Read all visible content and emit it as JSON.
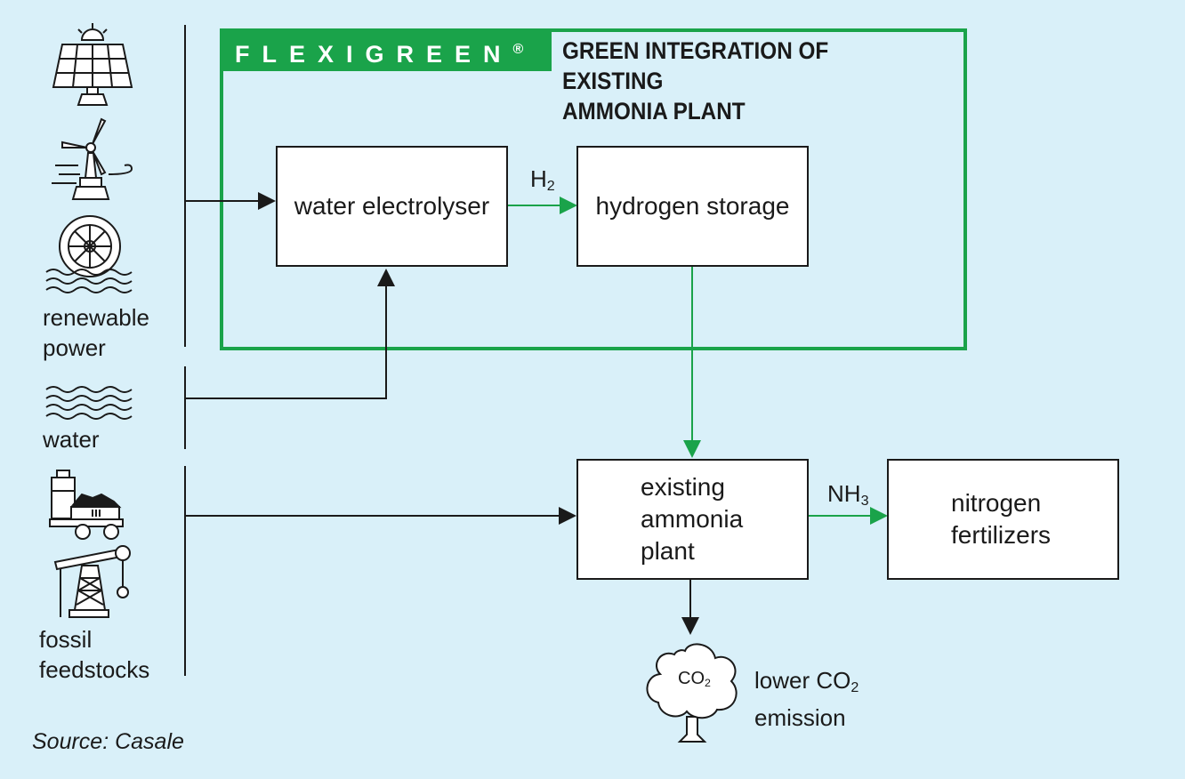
{
  "brand": {
    "name": "FLEXIGREEN",
    "mark": "®",
    "color": "#1aa34a"
  },
  "heading": {
    "line1": "GREEN INTEGRATION OF EXISTING",
    "line2": "AMMONIA PLANT"
  },
  "inputs": {
    "renewable": {
      "line1": "renewable",
      "line2": "power",
      "icons": [
        "solar-panel-icon",
        "wind-turbine-icon",
        "water-wheel-icon"
      ]
    },
    "water": {
      "label": "water",
      "icon": "water-waves-icon"
    },
    "fossil": {
      "line1": "fossil",
      "line2": "feedstocks",
      "icons": [
        "coal-cart-icon",
        "oil-pump-icon"
      ]
    }
  },
  "nodes": {
    "electrolyser": "water electrolyser",
    "storage": "hydrogen storage",
    "ammonia": {
      "line1": "existing",
      "line2": "ammonia",
      "line3": "plant"
    },
    "fertilizers": {
      "line1": "nitrogen",
      "line2": "fertilizers"
    }
  },
  "flows": {
    "h2": {
      "base": "H",
      "sub": "2"
    },
    "nh3": {
      "base": "NH",
      "sub": "3"
    }
  },
  "emission": {
    "cloud": {
      "base": "CO",
      "sub": "2"
    },
    "line1_base": "lower CO",
    "line1_sub": "2",
    "line2": "emission"
  },
  "source": "Source: Casale",
  "colors": {
    "background": "#d9f0f9",
    "green": "#1aa34a",
    "line": "#1a1a1a"
  }
}
